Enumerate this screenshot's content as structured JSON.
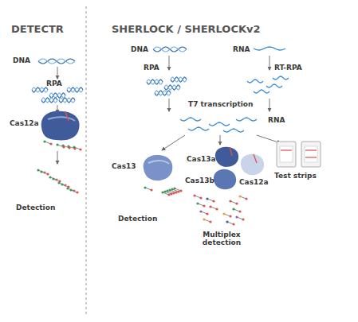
{
  "diagram": {
    "labels": [
      "DETECTR",
      "DNA",
      "RPA",
      "Cas12a",
      "Detection",
      "SHERLOCK / SHERLOCKv2",
      "DNA",
      "RNA",
      "RPA",
      "RT-RPA",
      "T7 transcription",
      "RNA",
      "Cas13",
      "Detection",
      "Cas13a",
      "Cas12a",
      "Cas13b",
      "Multiplex detection",
      "Test strips"
    ]
  }
}
